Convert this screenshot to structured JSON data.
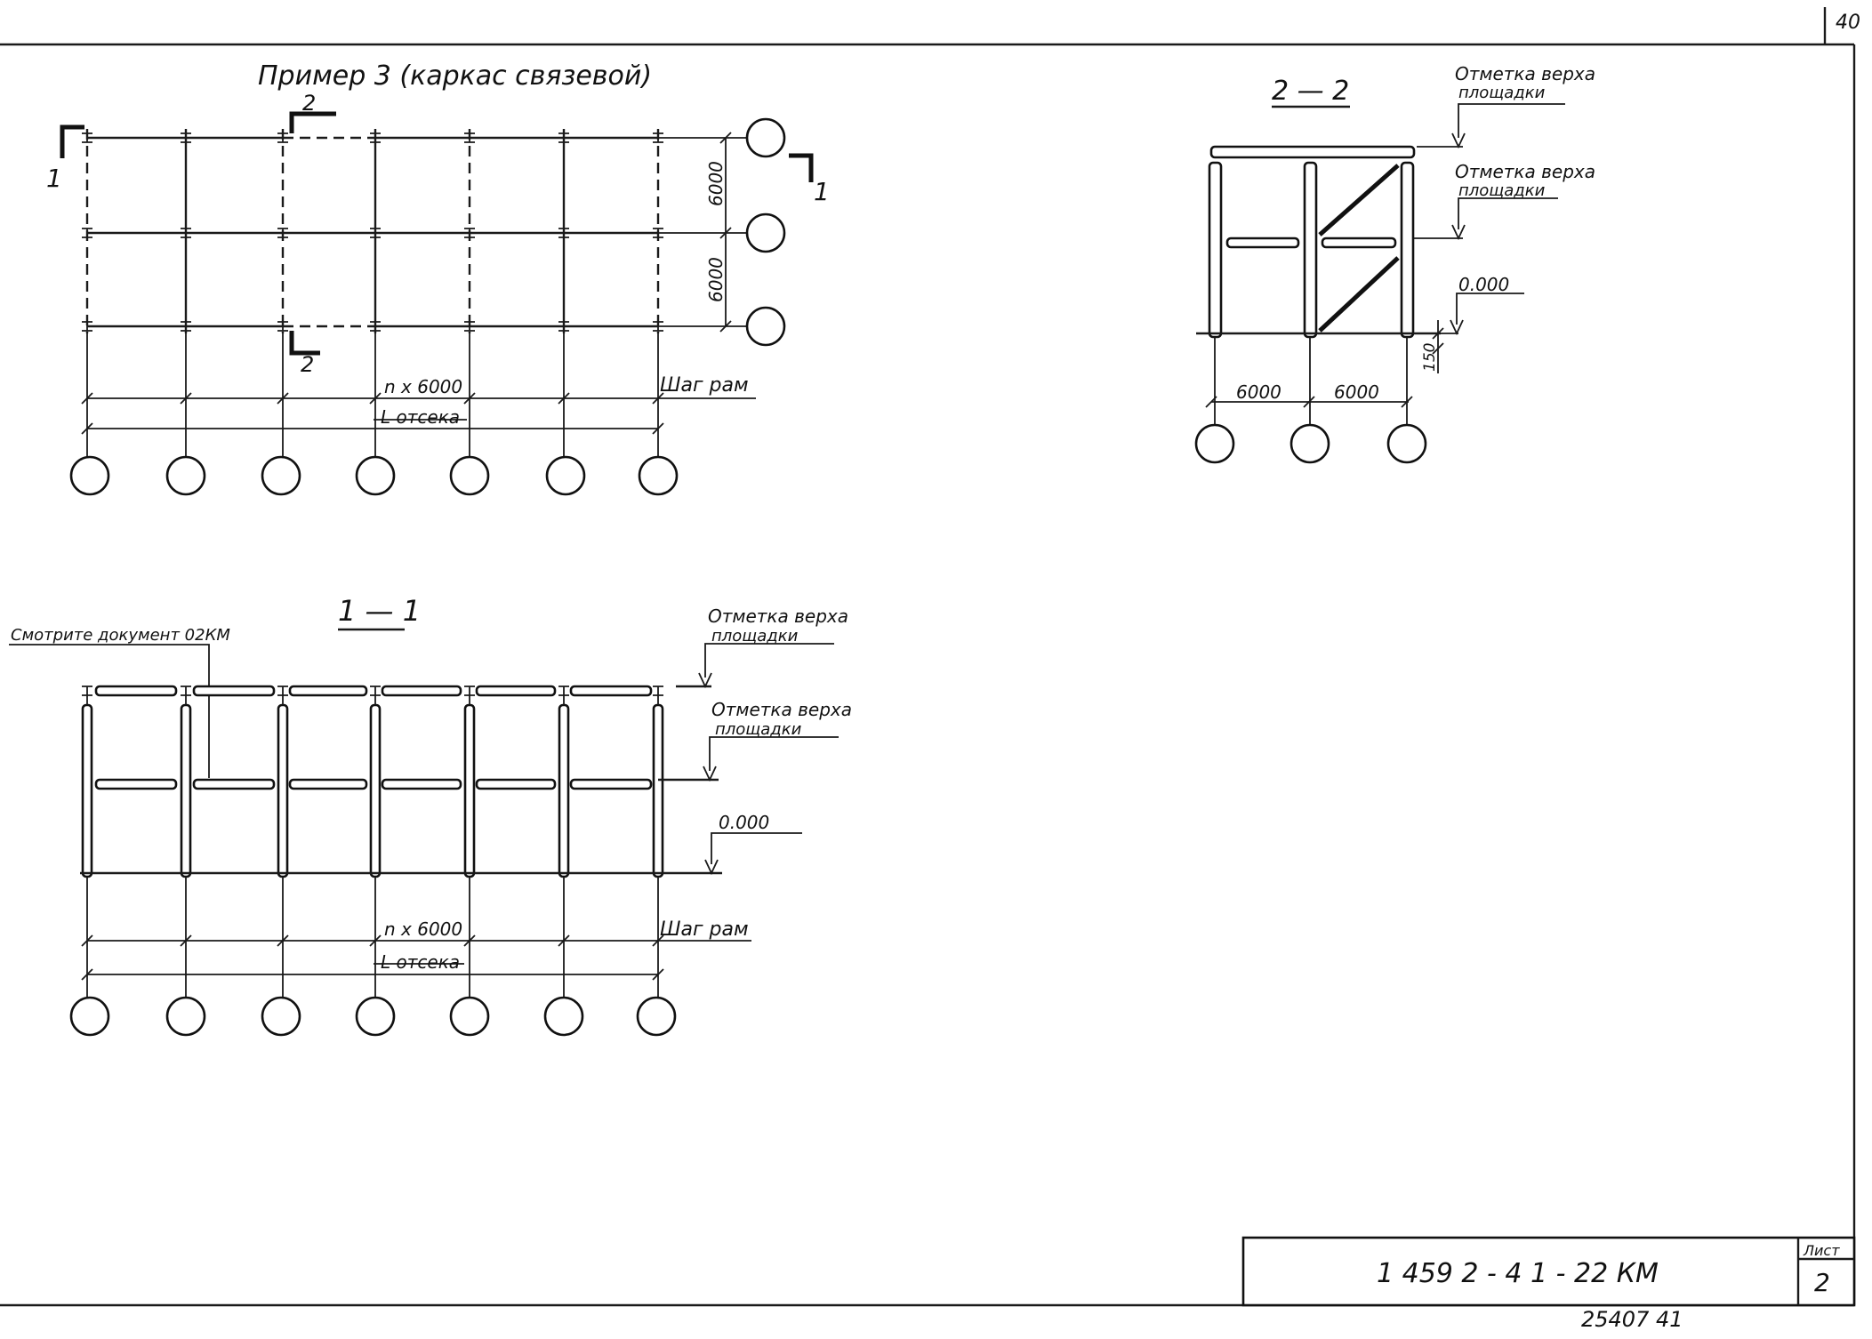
{
  "sheet": {
    "corner_number": "40",
    "title": "Пример 3 (каркас связевой)",
    "stamp_code": "1 459 2 - 4 1 - 22 КМ",
    "sheet_label": "Лист",
    "sheet_number": "2",
    "footer_number": "25407  41"
  },
  "plan": {
    "section_mark_1": "1",
    "section_mark_2": "2",
    "dim_bay_1": "6000",
    "dim_bay_2": "6000",
    "dim_span": "n x 6000",
    "dim_step": "Шаг рам",
    "dim_total": "L отсека"
  },
  "section_1_1": {
    "title": "1 — 1",
    "note": "Смотрите документ 02КМ",
    "level_top_line1": "Отметка верха",
    "level_top_line2": "площадки",
    "level_mid_line1": "Отметка верха",
    "level_mid_line2": "площадки",
    "level_zero": "0.000",
    "dim_span": "n x 6000",
    "dim_step": "Шаг рам",
    "dim_total": "L отсека"
  },
  "section_2_2": {
    "title": "2 — 2",
    "level_top_line1": "Отметка верха",
    "level_top_line2": "площадки",
    "level_mid_line1": "Отметка верха",
    "level_mid_line2": "площадки",
    "level_zero": "0.000",
    "dim_150": "150",
    "dim_bay_1": "6000",
    "dim_bay_2": "6000"
  }
}
